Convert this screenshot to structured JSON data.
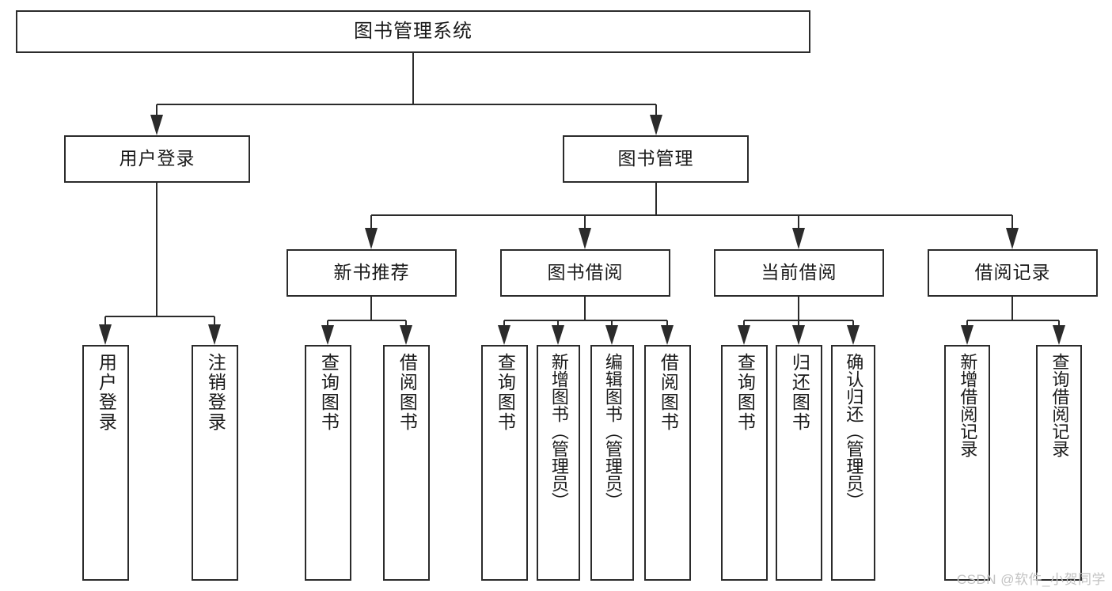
{
  "diagram": {
    "title": "图书管理系统",
    "type": "tree",
    "watermark": "CSDN @软件_小贺同学",
    "colors": {
      "stroke": "#2b2b2b",
      "box_fill": "#ffffff",
      "text": "#1a1a1a",
      "watermark": "#c2c2c2",
      "background": "#ffffff"
    },
    "root": {
      "label": "图书管理系统"
    },
    "level2": [
      {
        "label": "用户登录"
      },
      {
        "label": "图书管理"
      }
    ],
    "level3": [
      {
        "label": "新书推荐"
      },
      {
        "label": "图书借阅"
      },
      {
        "label": "当前借阅"
      },
      {
        "label": "借阅记录"
      }
    ],
    "leaves": {
      "user_login": [
        {
          "label": "用户登录"
        },
        {
          "label": "注销登录"
        }
      ],
      "new_book_recommend": [
        {
          "label": "查询图书"
        },
        {
          "label": "借阅图书"
        }
      ],
      "book_borrow": [
        {
          "label": "查询图书"
        },
        {
          "label": "新增图书（管理员）"
        },
        {
          "label": "编辑图书（管理员）"
        },
        {
          "label": "借阅图书"
        }
      ],
      "current_borrow": [
        {
          "label": "查询图书"
        },
        {
          "label": "归还图书"
        },
        {
          "label": "确认归还（管理员）"
        }
      ],
      "borrow_record": [
        {
          "label": "新增借阅记录"
        },
        {
          "label": "查询借阅记录"
        }
      ]
    }
  }
}
